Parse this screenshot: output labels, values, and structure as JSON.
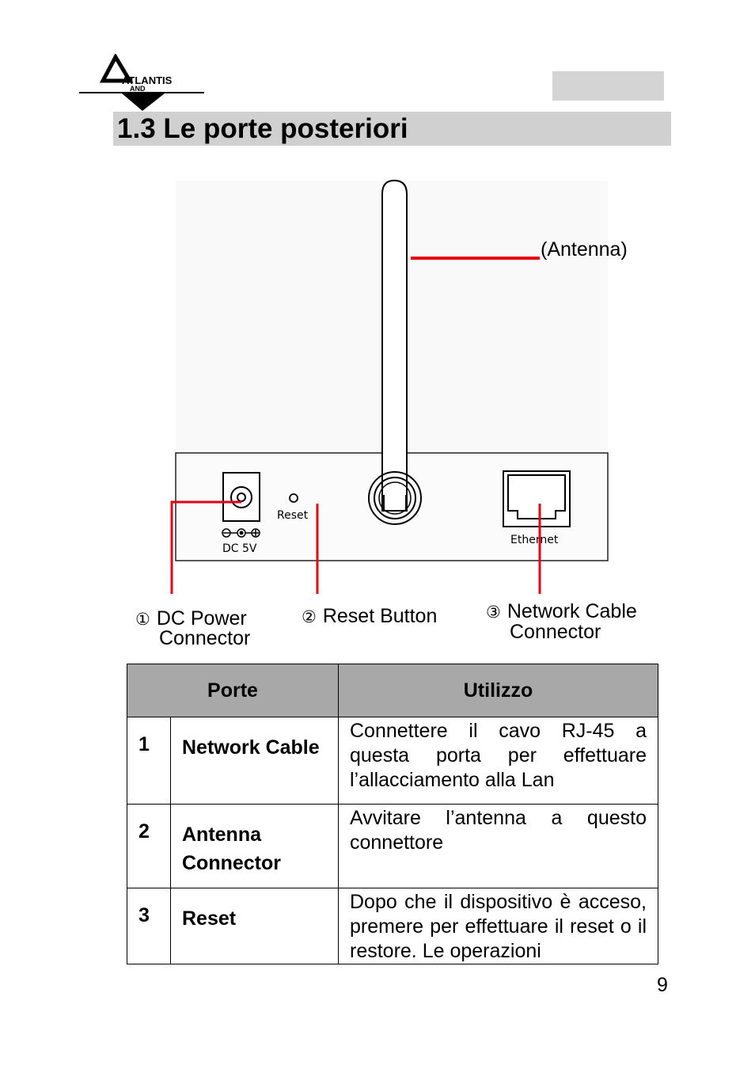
{
  "header": {
    "logo_text": "ATLANTIS",
    "logo_subtext": "AND",
    "title": "1.3 Le porte posteriori"
  },
  "figure": {
    "antenna_label": "(Antenna)",
    "device_labels": {
      "reset": "Reset",
      "dc": "DC 5V",
      "ethernet": "Ethernet"
    },
    "callouts": [
      {
        "number": "①",
        "line1": "DC Power",
        "line2": "Connector"
      },
      {
        "number": "②",
        "line1": "Reset Button"
      },
      {
        "number": "③",
        "line1": "Network Cable",
        "line2": "Connector"
      }
    ],
    "accent_color": "#e3000f"
  },
  "table": {
    "headers": [
      "Porte",
      "Utilizzo"
    ],
    "rows": [
      {
        "num": "1",
        "name": "Network Cable",
        "desc": "Connettere il cavo RJ-45 a questa porta per effettuare l’allacciamento alla Lan"
      },
      {
        "num": "2",
        "name": "Antenna Connector",
        "desc": "Avvitare l’antenna a questo connettore"
      },
      {
        "num": "3",
        "name": "Reset",
        "desc": "Dopo che il dispositivo è acceso, premere per effettuare il reset o il restore. Le operazioni"
      }
    ]
  },
  "page_number": "9"
}
